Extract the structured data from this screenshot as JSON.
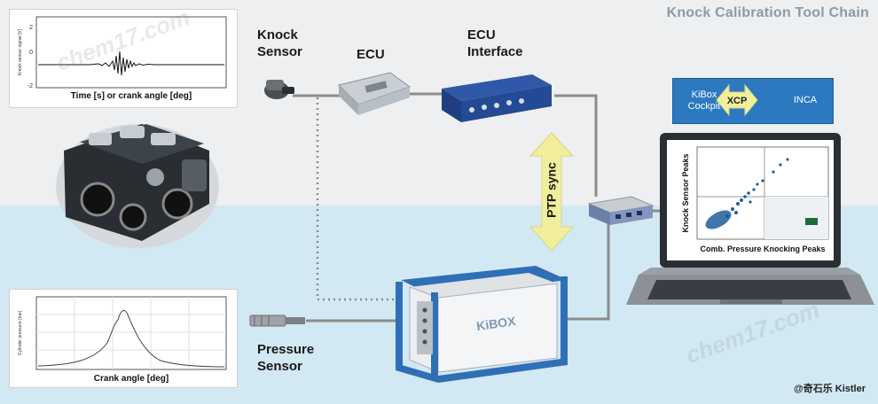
{
  "title": "Knock Calibration Tool Chain",
  "labels": {
    "knock_sensor": [
      "Knock",
      "Sensor"
    ],
    "ecu": "ECU",
    "ecu_interface": [
      "ECU",
      "Interface"
    ],
    "pressure_sensor": [
      "Pressure",
      "Sensor"
    ],
    "ptp_sync": "PTP sync",
    "xcp": "XCP",
    "kibox": [
      "KiBox",
      "Cockpit"
    ],
    "inca": "INCA",
    "kibox_device_label": "KiBOX"
  },
  "knock_plot": {
    "xlabel": "Time [s] or crank angle [deg]",
    "ylabel": "Knock sensor signal [V]",
    "yticks": [
      "2",
      "0",
      "-2"
    ]
  },
  "pressure_plot": {
    "xlabel": "Crank angle [deg]",
    "ylabel": "Cylinder pressure [bar]"
  },
  "laptop_chart": {
    "xlabel": "Comb. Pressure Knocking Peaks",
    "ylabel": "Knock Sensor Peaks"
  },
  "credit": "@奇石乐 Kistler",
  "watermark": "chem17.com",
  "colors": {
    "kibox_blue": "#2c79c0",
    "ptp_arrow": "#f2ef9c",
    "frame_blue": "#2f6fb6",
    "scatter": "#1f5e99",
    "green_marker": "#1e6b3a"
  }
}
